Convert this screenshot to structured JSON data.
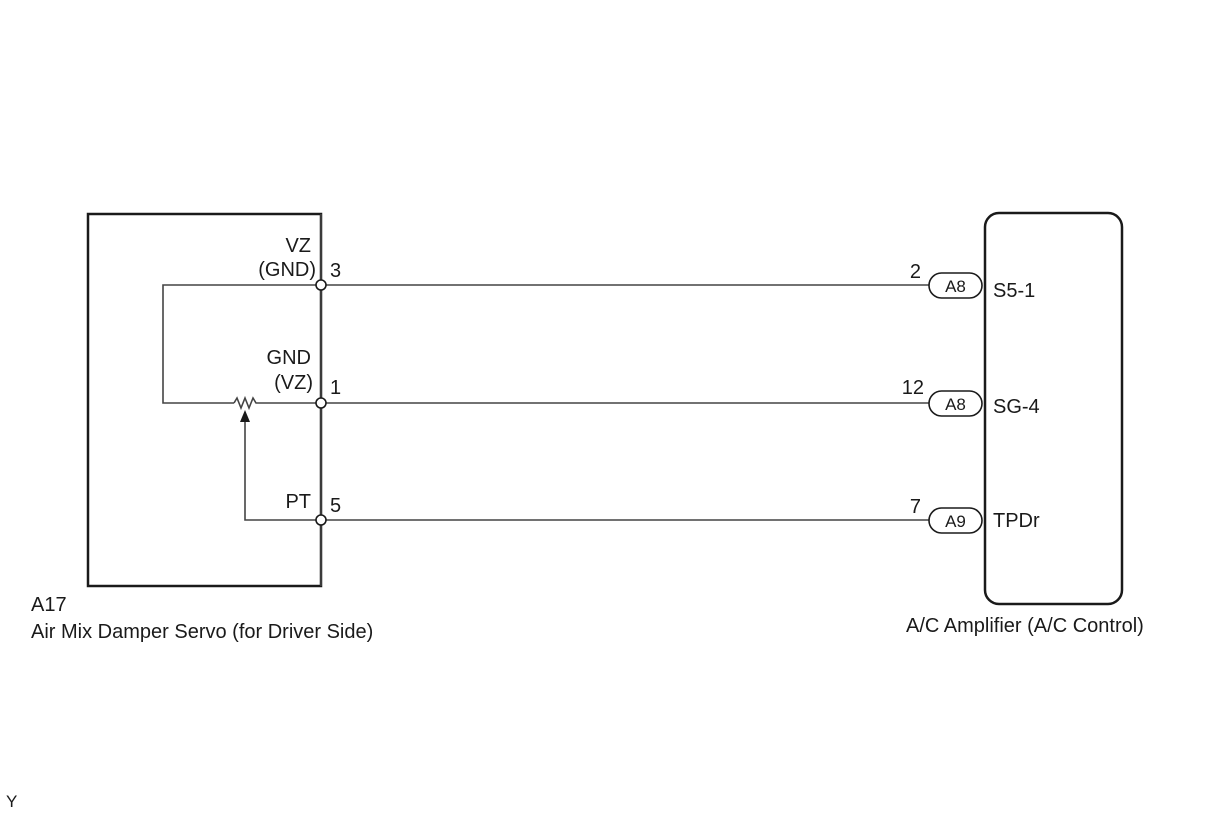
{
  "left_component": {
    "code": "A17",
    "name": "Air Mix Damper Servo (for Driver Side)",
    "pins": [
      {
        "label_top": "VZ",
        "label_bottom": "(GND)",
        "number": "3"
      },
      {
        "label_top": "GND",
        "label_bottom": "(VZ)",
        "number": "1"
      },
      {
        "label_top": "",
        "label_bottom": "PT",
        "number": "5"
      }
    ]
  },
  "right_component": {
    "name": "A/C Amplifier (A/C Control)",
    "pins": [
      {
        "wire_number": "2",
        "connector": "A8",
        "terminal": "S5-1"
      },
      {
        "wire_number": "12",
        "connector": "A8",
        "terminal": "SG-4"
      },
      {
        "wire_number": "7",
        "connector": "A9",
        "terminal": "TPDr"
      }
    ]
  },
  "corner_mark": "Y"
}
